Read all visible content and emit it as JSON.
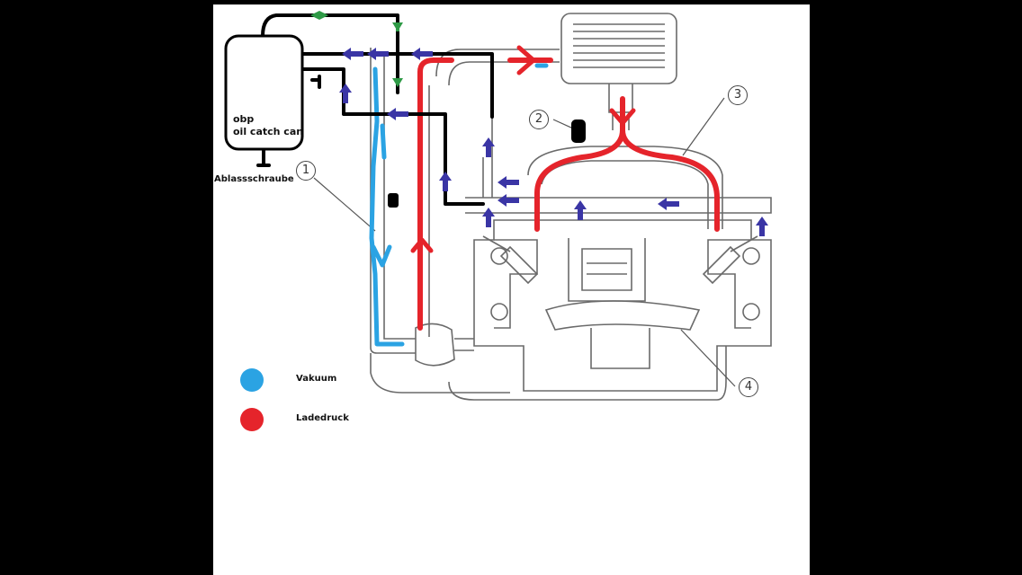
{
  "catch_can": {
    "line1": "obp",
    "line2": "oil catch can",
    "drain_label": "Ablassschraube"
  },
  "legend": [
    {
      "label": "Vakuum",
      "color": "#2ba3e3"
    },
    {
      "label": "Ladedruck",
      "color": "#e5242b"
    }
  ],
  "callouts": [
    "1",
    "2",
    "3",
    "4"
  ],
  "colors": {
    "vacuum": "#2ba3e3",
    "boost": "#e5242b",
    "flow_arrow": "#3a35a5",
    "return_arrow": "#2e9a46",
    "hose": "#000000",
    "engine_outline": "#6a6a6a"
  }
}
